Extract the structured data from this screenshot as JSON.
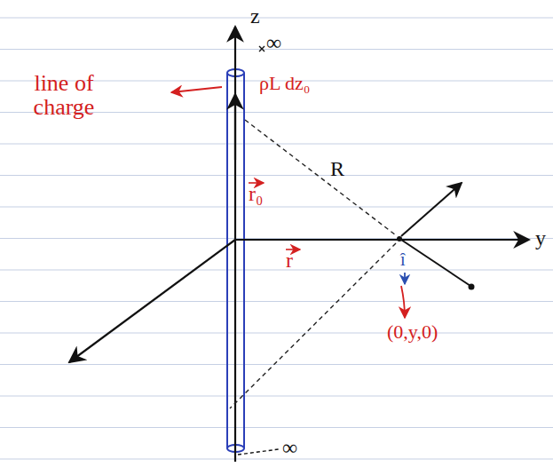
{
  "diagram": {
    "labels": [
      "z",
      "∞",
      "line of charge",
      "ρL dz₀",
      "R",
      "r₀",
      "î",
      "r",
      "y",
      "(0,y,0)",
      "∞"
    ]
  }
}
